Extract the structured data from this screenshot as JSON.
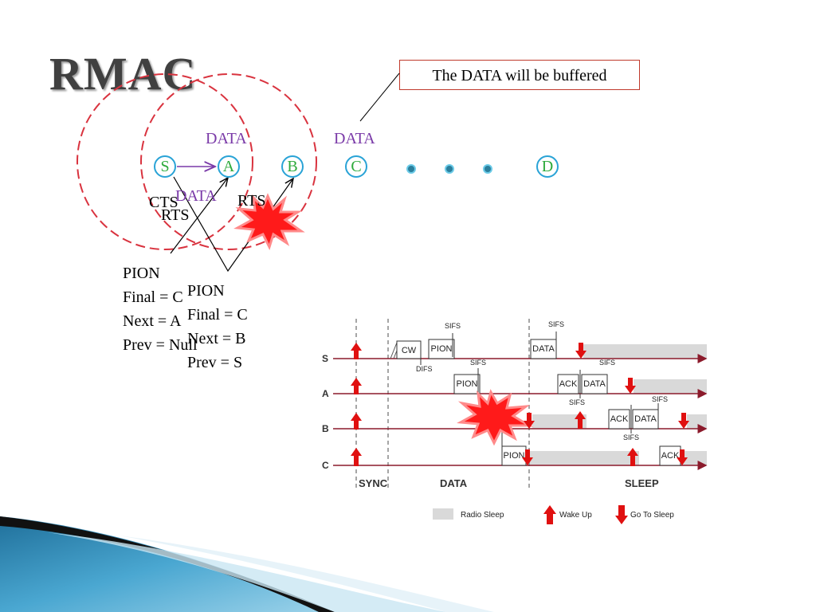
{
  "title": "RMAC",
  "callout": "The DATA will be buffered",
  "nodes": {
    "s": "S",
    "a": "A",
    "b": "B",
    "c": "C",
    "d": "D"
  },
  "labels": {
    "data1": "DATA",
    "data2": "DATA",
    "data3": "DATA",
    "cts": "CTS",
    "rts1": "RTS",
    "rts2": "RTS"
  },
  "pion_s": [
    "PION",
    "Final = C",
    "Next = A",
    "Prev = Null"
  ],
  "pion_a": [
    "PION",
    "Final = C",
    "Next = B",
    "Prev = S"
  ],
  "timing": {
    "rows": [
      "S",
      "A",
      "B",
      "C"
    ],
    "phases": [
      "SYNC",
      "DATA",
      "SLEEP"
    ],
    "boxes": [
      "CW",
      "PION",
      "PION",
      "PION",
      "DATA",
      "ACK",
      "DATA",
      "ACK",
      "DATA",
      "ACK"
    ],
    "sifs": "SIFS",
    "difs": "DIFS",
    "legend": {
      "radio_sleep": "Radio Sleep",
      "wake_up": "Wake Up",
      "go_to_sleep": "Go To Sleep"
    }
  },
  "colors": {
    "node_border": "#29a3d6",
    "node_text": "#2eaa3c",
    "data_text": "#7a3aa8",
    "circle_dash": "#d9333f",
    "timeline": "#8b1a2b",
    "arrow_red": "#e01010",
    "sleep_fill": "#d9d9d9",
    "collision": "#ff1a1a"
  },
  "icons": [
    "collision-burst-icon",
    "wake-up-arrow-icon",
    "go-to-sleep-arrow-icon"
  ]
}
